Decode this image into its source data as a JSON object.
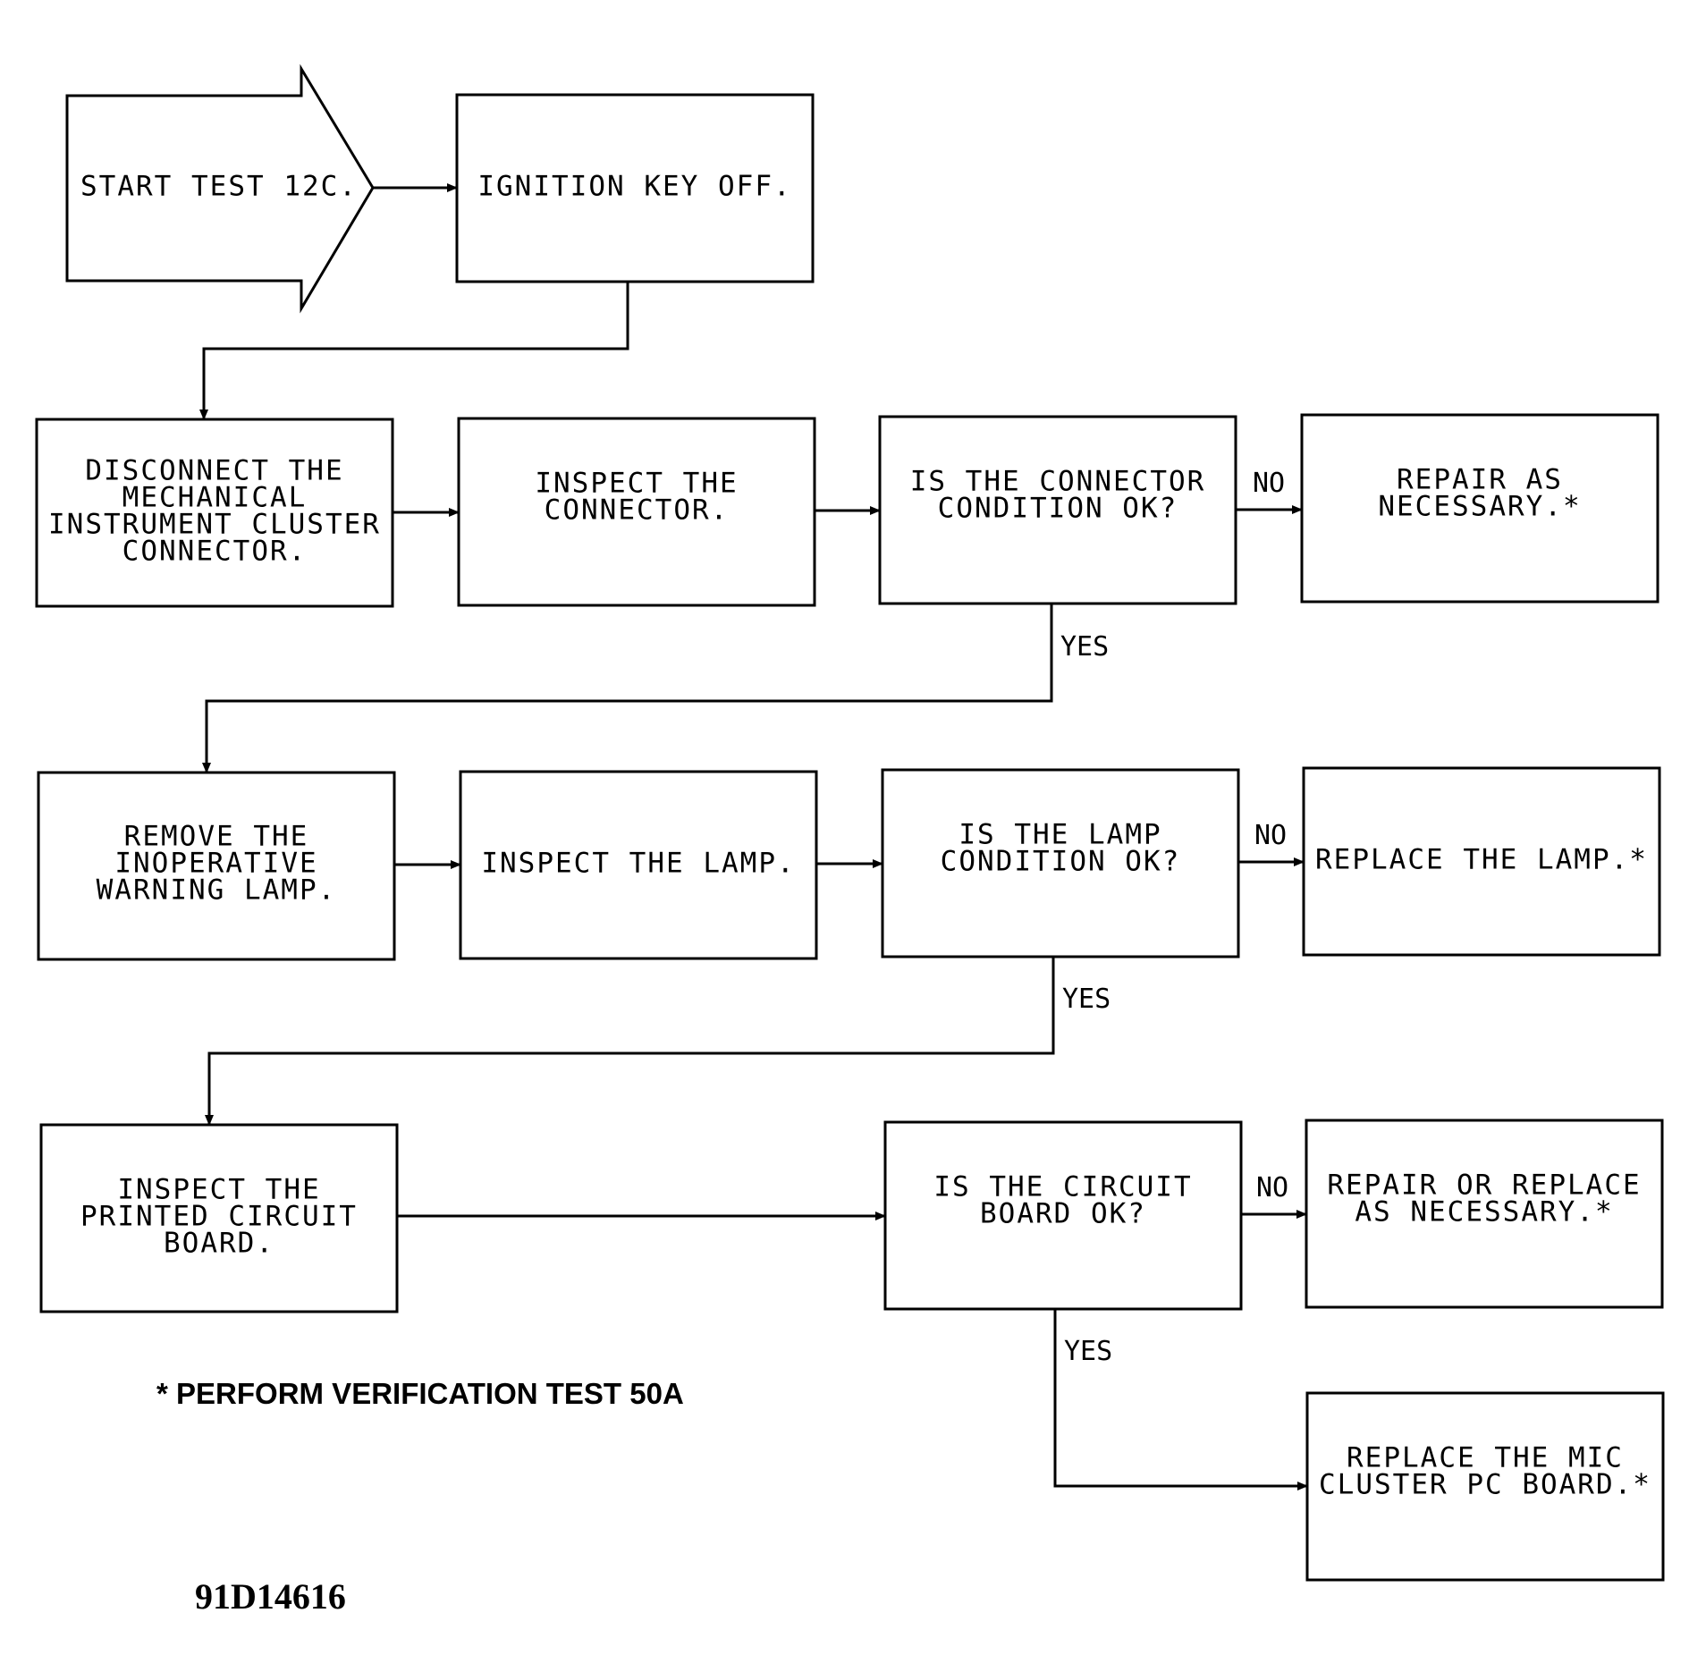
{
  "nodes": {
    "start": [
      "START TEST 12C."
    ],
    "ignition_off": [
      "IGNITION KEY OFF."
    ],
    "disconnect": [
      "DISCONNECT THE",
      "MECHANICAL",
      "INSTRUMENT CLUSTER",
      "CONNECTOR."
    ],
    "inspect_connector": [
      "INSPECT THE",
      "CONNECTOR."
    ],
    "connector_ok": [
      "IS THE CONNECTOR",
      "CONDITION OK?"
    ],
    "repair": [
      "REPAIR AS",
      "NECESSARY.*"
    ],
    "remove_lamp": [
      "REMOVE THE",
      "INOPERATIVE",
      "WARNING LAMP."
    ],
    "inspect_lamp": [
      "INSPECT THE LAMP."
    ],
    "lamp_ok": [
      "IS THE LAMP",
      "CONDITION OK?"
    ],
    "replace_lamp": [
      "REPLACE THE LAMP.*"
    ],
    "inspect_board": [
      "INSPECT THE",
      "PRINTED CIRCUIT",
      "BOARD."
    ],
    "board_ok": [
      "IS THE CIRCUIT",
      "BOARD OK?"
    ],
    "repair_replace": [
      "REPAIR OR REPLACE",
      "AS NECESSARY.*"
    ],
    "replace_board": [
      "REPLACE THE MIC",
      "CLUSTER PC BOARD.*"
    ]
  },
  "edge_labels": {
    "no1": "NO",
    "yes1": "YES",
    "no2": "NO",
    "yes2": "YES",
    "no3": "NO",
    "yes3": "YES"
  },
  "footnote": "* PERFORM VERIFICATION TEST 50A",
  "figure_id": "91D14616"
}
